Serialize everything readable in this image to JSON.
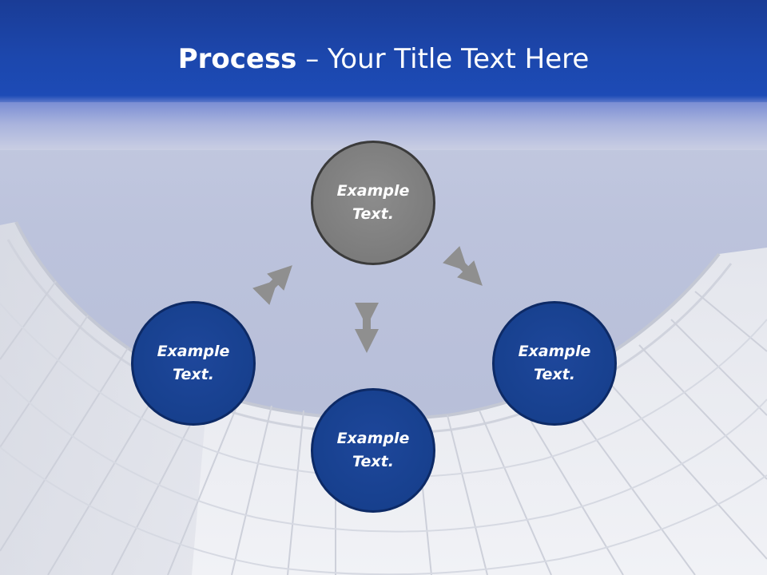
{
  "slide": {
    "title_bold": "Process",
    "title_rest": " – Your Title Text Here"
  },
  "diagram": {
    "nodes": [
      {
        "id": "top",
        "text": "Example\nText."
      },
      {
        "id": "left",
        "text": "Example\nText."
      },
      {
        "id": "right",
        "text": "Example\nText."
      },
      {
        "id": "bottom",
        "text": "Example\nText."
      }
    ]
  },
  "colors": {
    "header_blue": "#1c47ad",
    "node_gray": "#7c7c7c",
    "node_blue": "#17408e",
    "arrow_gray": "#8f8f8f"
  }
}
